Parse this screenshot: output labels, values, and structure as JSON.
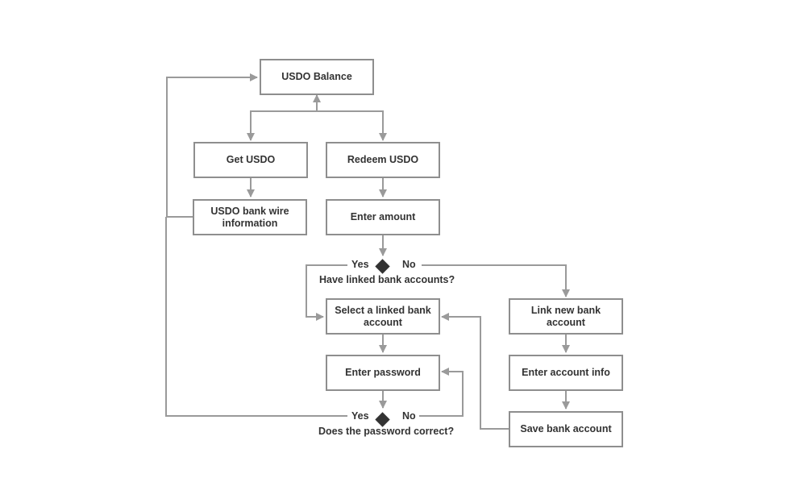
{
  "nodes": {
    "usdo_balance": "USDO Balance",
    "get_usdo": "Get USDO",
    "redeem_usdo": "Redeem USDO",
    "bank_wire_info": "USDO bank wire information",
    "enter_amount": "Enter amount",
    "select_linked_account": "Select a linked bank account",
    "enter_password": "Enter password",
    "link_new_account": "Link new bank account",
    "enter_account_info": "Enter account info",
    "save_bank_account": "Save bank account"
  },
  "decisions": {
    "linked_accounts": {
      "question": "Have linked bank accounts?",
      "yes": "Yes",
      "no": "No"
    },
    "password_correct": {
      "question": "Does the password correct?",
      "yes": "Yes",
      "no": "No"
    }
  },
  "colors": {
    "line": "#9a9a9a",
    "box_border": "#8e8e8e",
    "text": "#333333",
    "diamond": "#333333"
  }
}
